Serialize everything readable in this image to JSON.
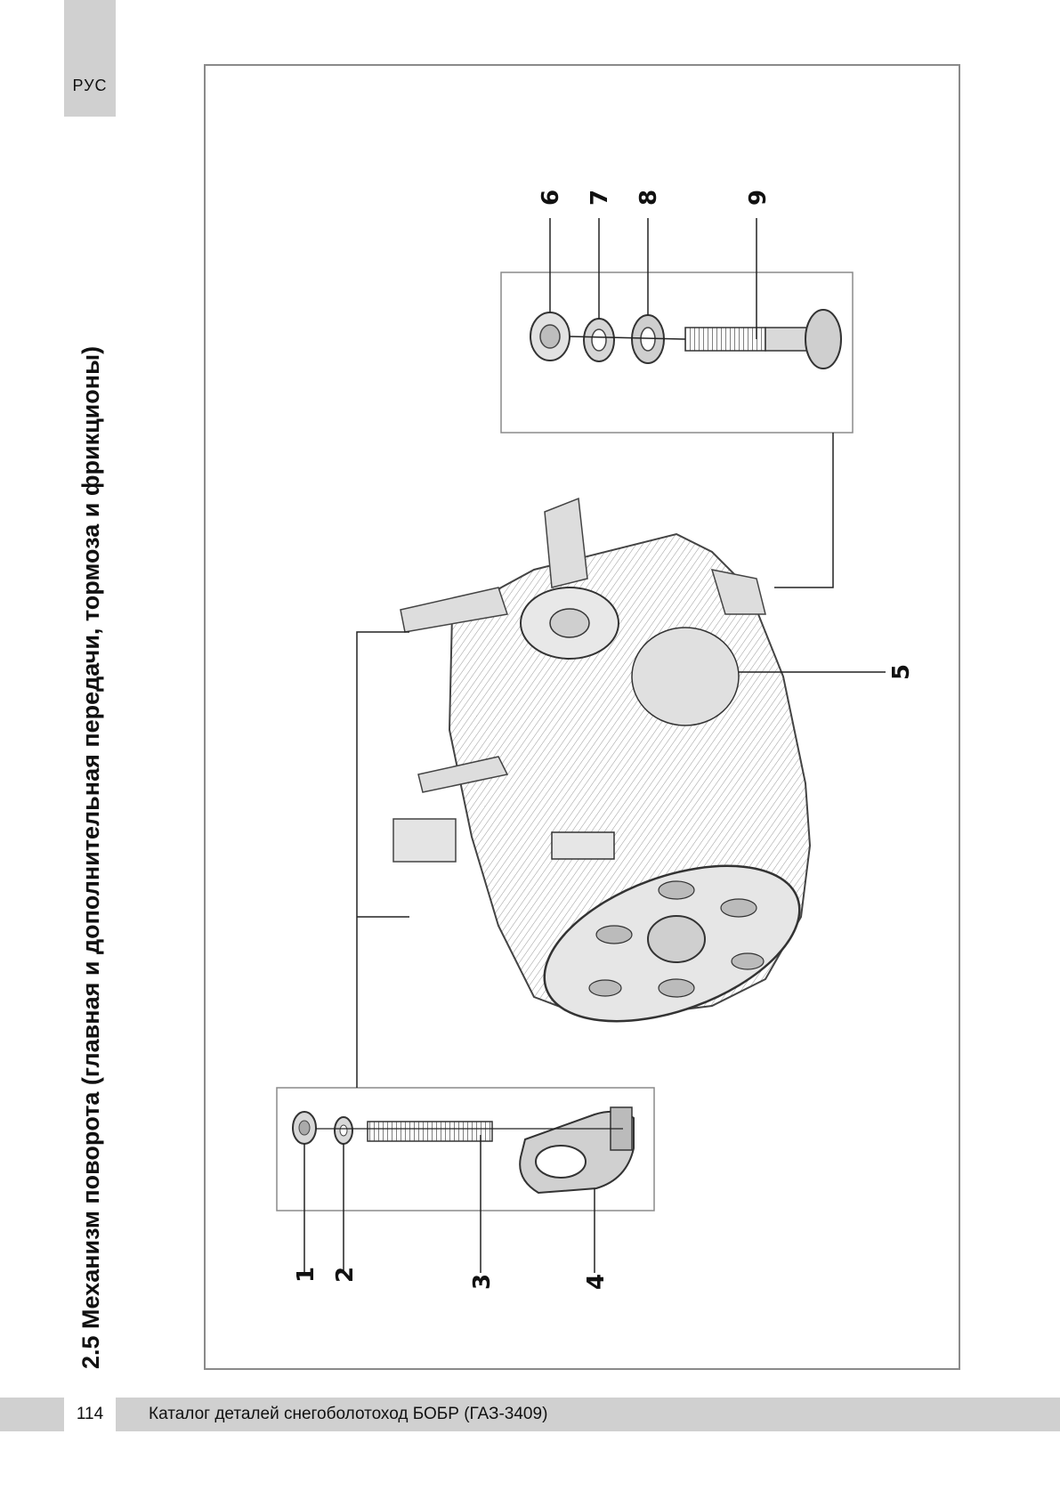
{
  "header": {
    "language": "РУС"
  },
  "section": {
    "title": "2.5 Механизм поворота (главная и дополнительная передачи, тормоза и фрикционы)"
  },
  "figure": {
    "callouts": [
      {
        "id": "1",
        "label": "1"
      },
      {
        "id": "2",
        "label": "2"
      },
      {
        "id": "3",
        "label": "3"
      },
      {
        "id": "4",
        "label": "4"
      },
      {
        "id": "5",
        "label": "5"
      },
      {
        "id": "6",
        "label": "6"
      },
      {
        "id": "7",
        "label": "7"
      },
      {
        "id": "8",
        "label": "8"
      },
      {
        "id": "9",
        "label": "9"
      }
    ]
  },
  "footer": {
    "page_number": "114",
    "catalog_title": "Каталог деталей снегоболотоход БОБР (ГАЗ-3409)"
  }
}
